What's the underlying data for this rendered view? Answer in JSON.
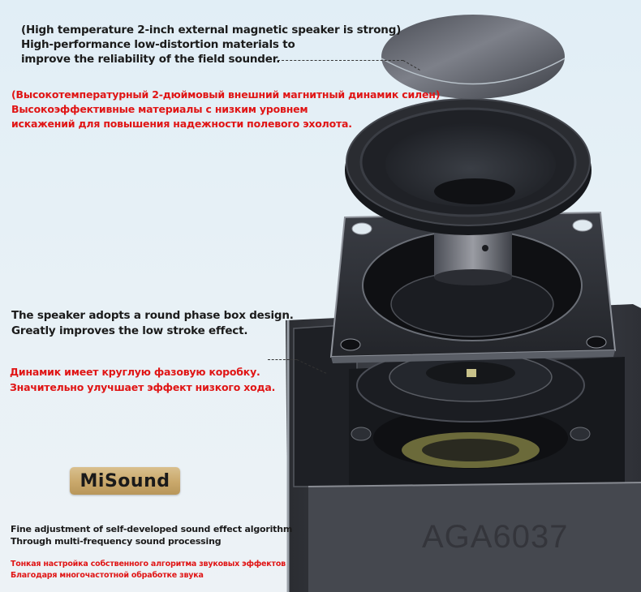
{
  "section1": {
    "en_lines": [
      "(High temperature 2-inch external magnetic speaker is strong)",
      "High-performance low-distortion materials to",
      "improve the reliability of the field sounder."
    ],
    "ru_lines": [
      "(Высокотемпературный 2-дюймовый внешний магнитный динамик силен)",
      "Высокоэффективные материалы с низким уровнем",
      "искажений для повышения надежности полевого эхолота."
    ]
  },
  "section2": {
    "en_lines": [
      "The speaker adopts a round phase box design.",
      "Greatly improves the low stroke effect."
    ],
    "ru_lines": [
      "Динамик имеет круглую фазовую коробку.",
      "Значительно улучшает эффект низкого хода."
    ]
  },
  "badge": {
    "label": "MiSound"
  },
  "section3": {
    "en_lines": [
      "Fine adjustment of self-developed sound effect algorithm",
      "Through multi-frequency sound processing"
    ],
    "ru_lines": [
      "Тонкая настройка собственного алгоритма звуковых эффектов",
      "Благодаря многочастотной обработке звука"
    ]
  },
  "watermark": {
    "text": "AGA6037"
  },
  "colors": {
    "background": "#e5eff5",
    "english_text": "#1b1b1b",
    "russian_text": "#e01515",
    "badge_gold": "#c9a86b"
  }
}
